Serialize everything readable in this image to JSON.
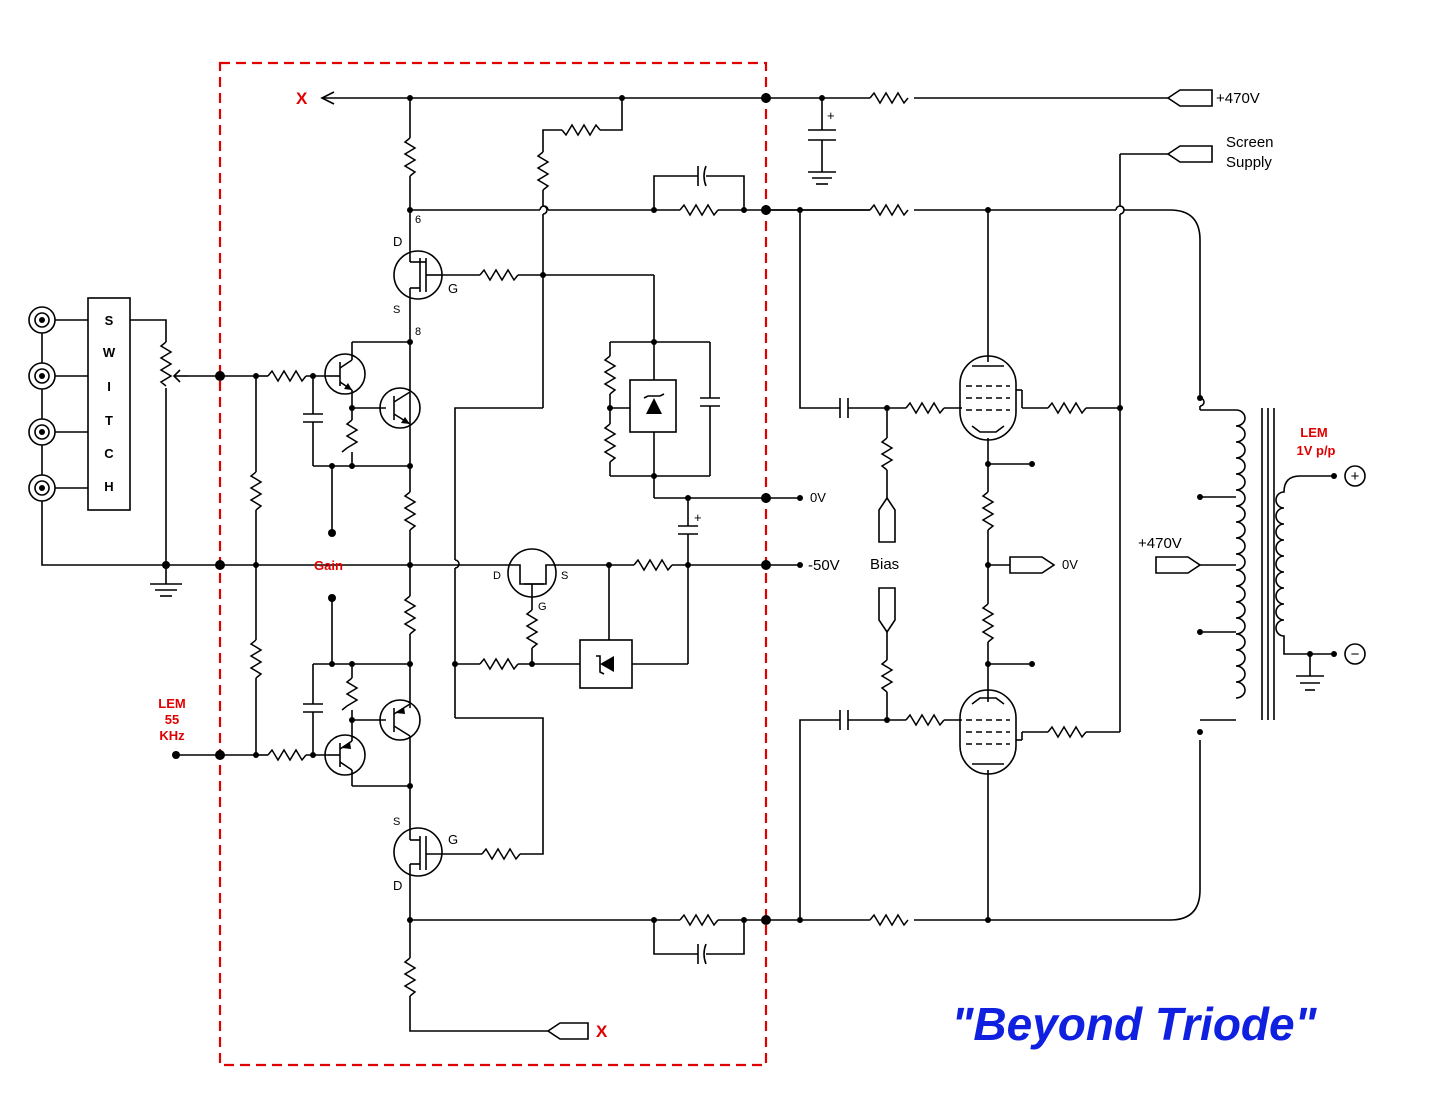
{
  "title": "\"Beyond Triode\"",
  "labels": {
    "x_top": "X",
    "x_bottom": "X",
    "v470_top": "+470V",
    "screen_supply_1": "Screen",
    "screen_supply_2": "Supply",
    "zero_v_1": "0V",
    "minus50v": "-50V",
    "bias": "Bias",
    "zero_v_2": "0V",
    "v470_mid": "+470V",
    "gain": "Gain",
    "lem_in_1": "LEM",
    "lem_in_2": "55",
    "lem_in_3": "KHz",
    "lem_out_1": "LEM",
    "lem_out_2": "1V p/p",
    "plus_sign": "+",
    "minus_sign": "−",
    "switch_letters": [
      "S",
      "W",
      "I",
      "T",
      "C",
      "H"
    ],
    "pin_6": "6",
    "pin_8": "8",
    "fet_top_d": "D",
    "fet_top_s": "S",
    "fet_top_g": "G",
    "fet_bot_s": "S",
    "fet_bot_d": "D",
    "fet_bot_g": "G",
    "jfet_d": "D",
    "jfet_s": "S",
    "jfet_g": "G",
    "cap_plus_1": "+",
    "cap_plus_2": "+"
  },
  "colors": {
    "wire": "#000000",
    "dashed_box": "#e00000",
    "red_text": "#e00000",
    "title": "#1020e0"
  }
}
